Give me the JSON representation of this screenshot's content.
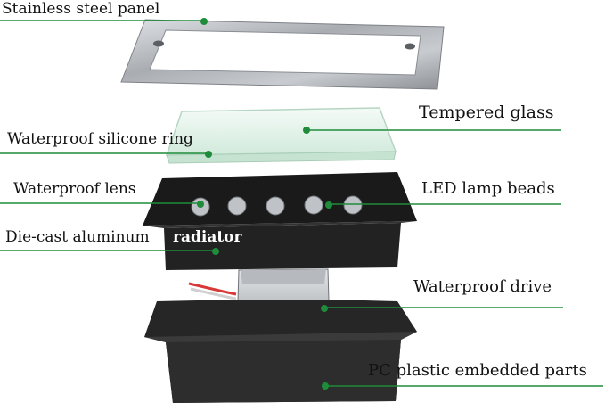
{
  "diagram": {
    "labels": {
      "stainless_steel_panel": "Stainless steel panel",
      "tempered_glass": "Tempered glass",
      "waterproof_silicone_ring": "Waterproof silicone ring",
      "waterproof_lens": "Waterproof lens",
      "led_lamp_beads": "LED lamp beads",
      "die_cast_aluminum": "Die-cast aluminum",
      "radiator": "radiator",
      "waterproof_drive": "Waterproof drive",
      "pc_plastic_parts": "PC plastic embedded parts"
    },
    "colors": {
      "leader_line": "#1e8c3a",
      "steel": "#b9bcc0",
      "glass": "#e6f4ec",
      "radiator_body": "#1c1c1c",
      "housing": "#2a2a2a",
      "driver": "#c9ccd0"
    }
  }
}
